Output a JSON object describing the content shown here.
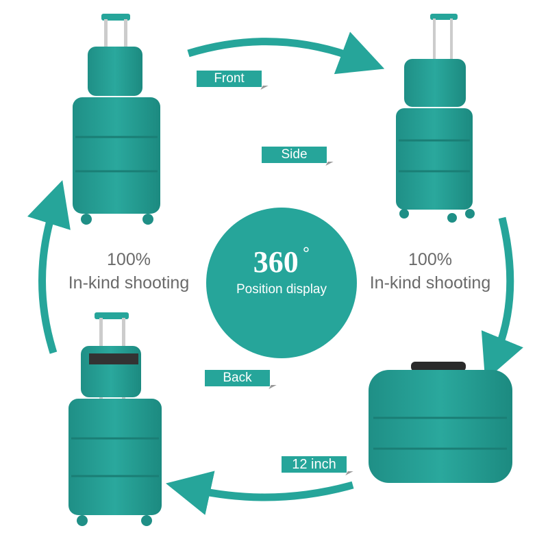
{
  "labels": {
    "front": "Front",
    "side": "Side",
    "back": "Back",
    "size": "12 inch"
  },
  "left_caption": {
    "line1": "100%",
    "line2": "In-kind shooting"
  },
  "right_caption": {
    "line1": "100%",
    "line2": "In-kind shooting"
  },
  "center": {
    "degrees": "360",
    "degree_symbol": "°",
    "subtitle": "Position display"
  },
  "colors": {
    "accent": "#26a59a",
    "text_gray": "#6a6a6a"
  }
}
